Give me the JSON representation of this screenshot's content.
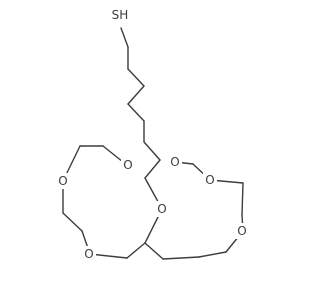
{
  "molecule": {
    "atom_labels": {
      "sulfur": "SH",
      "oxygen": "O"
    },
    "atoms": [
      {
        "id": "S",
        "element": "S",
        "label": "SH"
      },
      {
        "id": "O1",
        "element": "O",
        "label": "O"
      },
      {
        "id": "O2",
        "element": "O",
        "label": "O"
      },
      {
        "id": "O3",
        "element": "O",
        "label": "O"
      },
      {
        "id": "O4",
        "element": "O",
        "label": "O"
      },
      {
        "id": "O5",
        "element": "O",
        "label": "O"
      },
      {
        "id": "O6",
        "element": "O",
        "label": "O"
      },
      {
        "id": "O7",
        "element": "O",
        "label": "O"
      }
    ],
    "colors": {
      "bond": "#3d3d3d",
      "label": "#3d3d3d",
      "background": "#ffffff"
    }
  }
}
